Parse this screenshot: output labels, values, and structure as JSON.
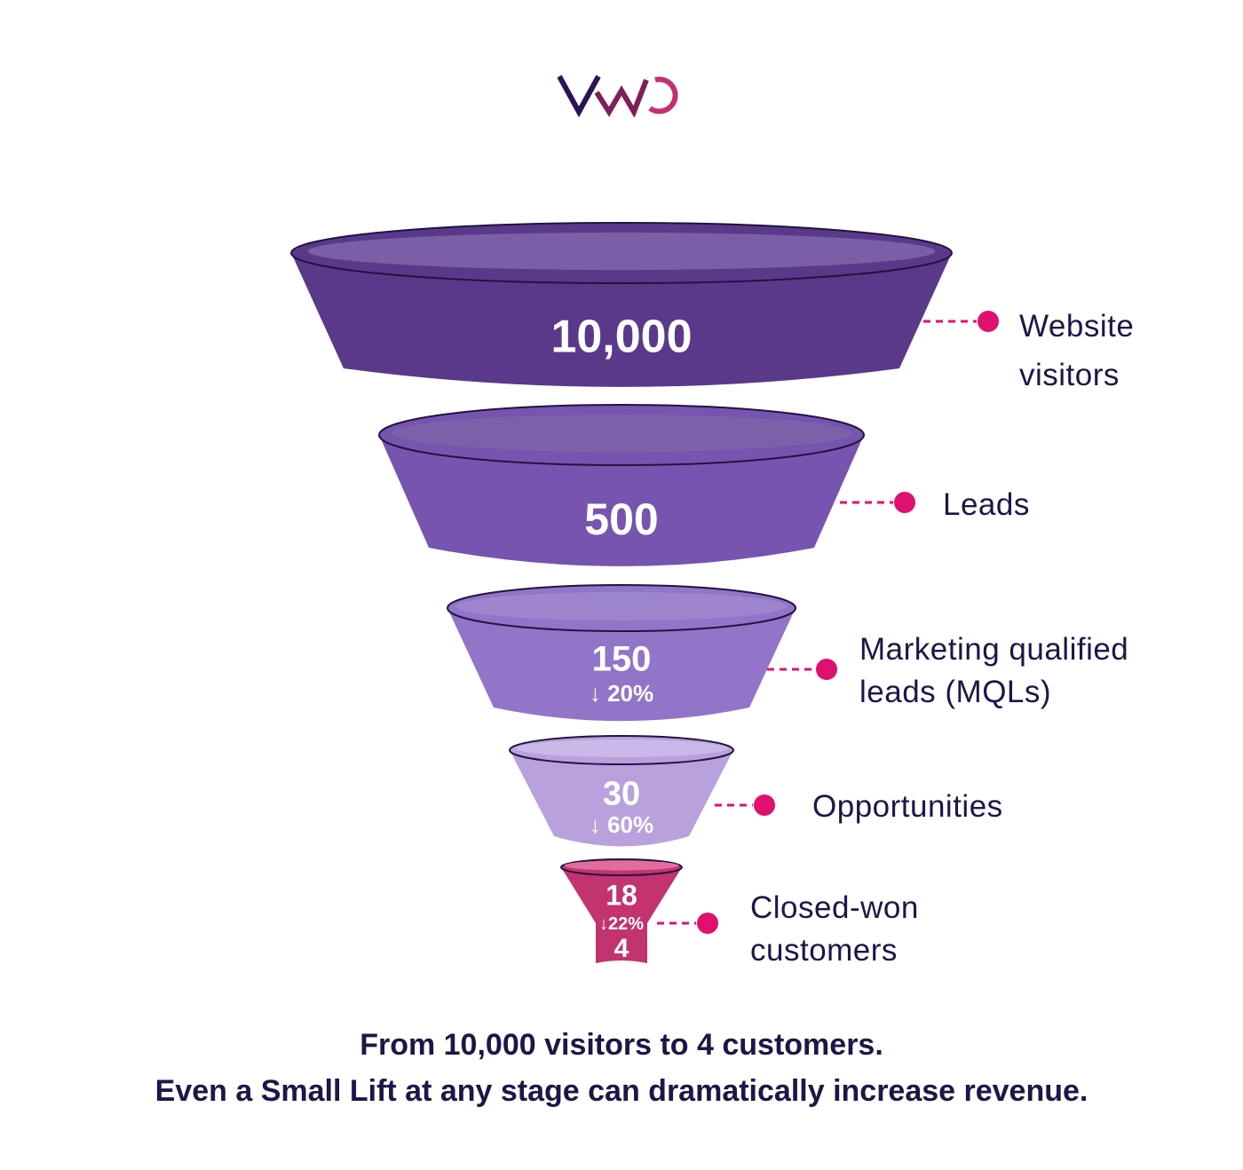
{
  "logo": {
    "text": "VWO",
    "colors": [
      "#2a1454",
      "#7e1f5a",
      "#c4306f"
    ]
  },
  "stages": [
    {
      "value": "10,000",
      "drop": "",
      "label_lines": [
        "Website",
        "visitors"
      ],
      "body_color": "#5a398b",
      "top_color": "#7b5fa6"
    },
    {
      "value": "500",
      "drop": "",
      "label_lines": [
        "Leads"
      ],
      "body_color": "#7654b0",
      "top_color": "#7c60a8"
    },
    {
      "value": "150",
      "drop": "↓ 20%",
      "label_lines": [
        "Marketing qualified",
        "leads (MQLs)"
      ],
      "body_color": "#9274c9",
      "top_color": "#9d86cd"
    },
    {
      "value": "30",
      "drop": "↓ 60%",
      "label_lines": [
        "Opportunities"
      ],
      "body_color": "#b8a1dd",
      "top_color": "#cab8e8"
    },
    {
      "value": "18",
      "drop": "↓22%",
      "value_after": "4",
      "label_lines": [
        "Closed-won",
        "customers"
      ],
      "body_color": "#c2336f",
      "top_color": "#e06d9c"
    }
  ],
  "connector_color": "#e0106e",
  "caption": {
    "line1": "From 10,000 visitors to 4 customers.",
    "line2": "Even a Small Lift at any stage can dramatically increase revenue."
  }
}
